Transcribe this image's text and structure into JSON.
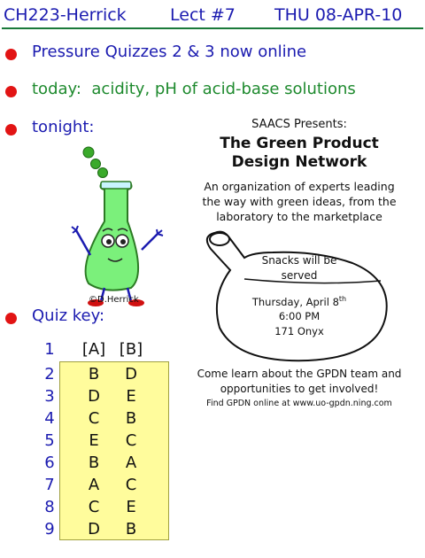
{
  "header": {
    "course": "CH223-Herrick",
    "lecture": "Lect #7",
    "date": "THU 08-APR-10"
  },
  "bullets": [
    {
      "text": "Pressure Quizzes 2 & 3 now online"
    },
    {
      "prefix": "today:",
      "text": "acidity,  pH of acid-base solutions"
    },
    {
      "text": "tonight:"
    },
    {
      "text": "Quiz key:"
    }
  ],
  "cartoon": {
    "credit": "©D.Herrick"
  },
  "quiz_key": {
    "first_number": "1",
    "col_a": "[A]",
    "col_b": "[B]",
    "rows": [
      {
        "n": "2",
        "a": "B",
        "b": "D"
      },
      {
        "n": "3",
        "a": "D",
        "b": "E"
      },
      {
        "n": "4",
        "a": "C",
        "b": "B"
      },
      {
        "n": "5",
        "a": "E",
        "b": "C"
      },
      {
        "n": "6",
        "a": "B",
        "b": "A"
      },
      {
        "n": "7",
        "a": "A",
        "b": "C"
      },
      {
        "n": "8",
        "a": "C",
        "b": "E"
      },
      {
        "n": "9",
        "a": "D",
        "b": "B"
      }
    ]
  },
  "flyer": {
    "presents": "SAACS Presents:",
    "title_line1": "The Green Product",
    "title_line2": "Design Network",
    "desc_line1": "An organization of experts leading",
    "desc_line2": "the way with green ideas, from the",
    "desc_line3": "laboratory to the marketplace",
    "flask_line1": "Snacks will be",
    "flask_line2": "served",
    "when_day": "Thursday, April 8",
    "when_sup": "th",
    "when_time": "6:00 PM",
    "where": "171 Onyx",
    "footer_line1": "Come learn about the GPDN team and",
    "footer_line2": "opportunities to get involved!",
    "url_line": "Find GPDN online at www.uo-gpdn.ning.com"
  },
  "colors": {
    "header_text": "#1b1bb0",
    "rule": "#1a7a3a",
    "bullet": "#e21414",
    "today_text": "#1e8a2e",
    "key_bg": "#fffc9c"
  }
}
